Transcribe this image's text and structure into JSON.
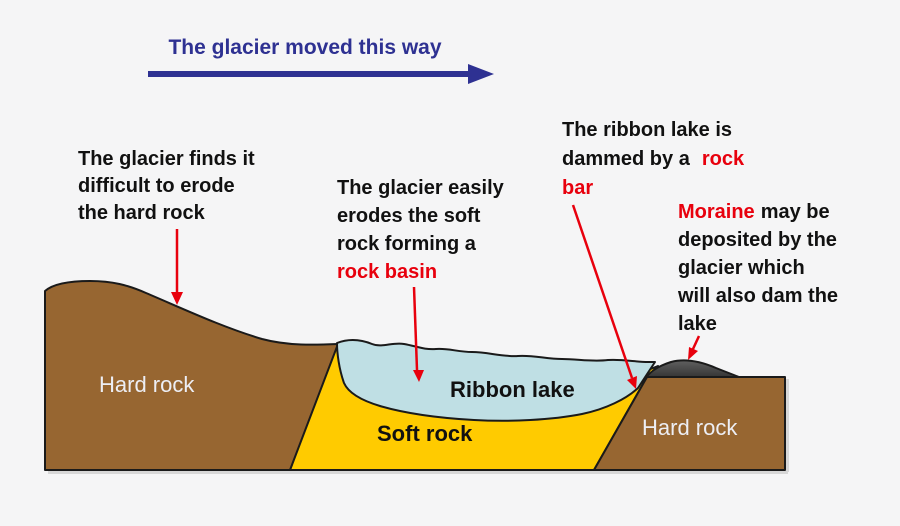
{
  "colors": {
    "background": "#f5f5f6",
    "title_blue": "#2e3192",
    "text_black": "#111111",
    "accent_red": "#e8000d",
    "hard_rock_brown": "#976631",
    "soft_rock_yellow": "#ffcb00",
    "lake_blue": "#bfdfe4",
    "moraine_light": "#606060",
    "moraine_dark": "#262626",
    "outline": "#1a1a1a",
    "label_light": "#edeef4",
    "shadow": "#d7d7d7"
  },
  "title": {
    "text": "The glacier moved this way"
  },
  "callouts": {
    "hard_rock": {
      "line1": "The glacier finds it",
      "line2": "difficult to erode",
      "line3": "the hard rock"
    },
    "soft_rock": {
      "line1": "The glacier easily",
      "line2": "erodes the soft",
      "line3": "rock forming a",
      "line4_red": "rock basin"
    },
    "ribbon_lake": {
      "line1": "The ribbon lake is",
      "line2_black": "dammed by a",
      "line2_red": "rock",
      "line3_red": "bar"
    },
    "moraine": {
      "line1_red": "Moraine",
      "line1_black": "may be",
      "line2": "deposited by the",
      "line3": "glacier which",
      "line4": "will also dam the",
      "line5": "lake"
    }
  },
  "diagram_labels": {
    "hard_rock_left": "Hard rock",
    "ribbon_lake": "Ribbon lake",
    "soft_rock": "Soft rock",
    "hard_rock_right": "Hard rock"
  }
}
